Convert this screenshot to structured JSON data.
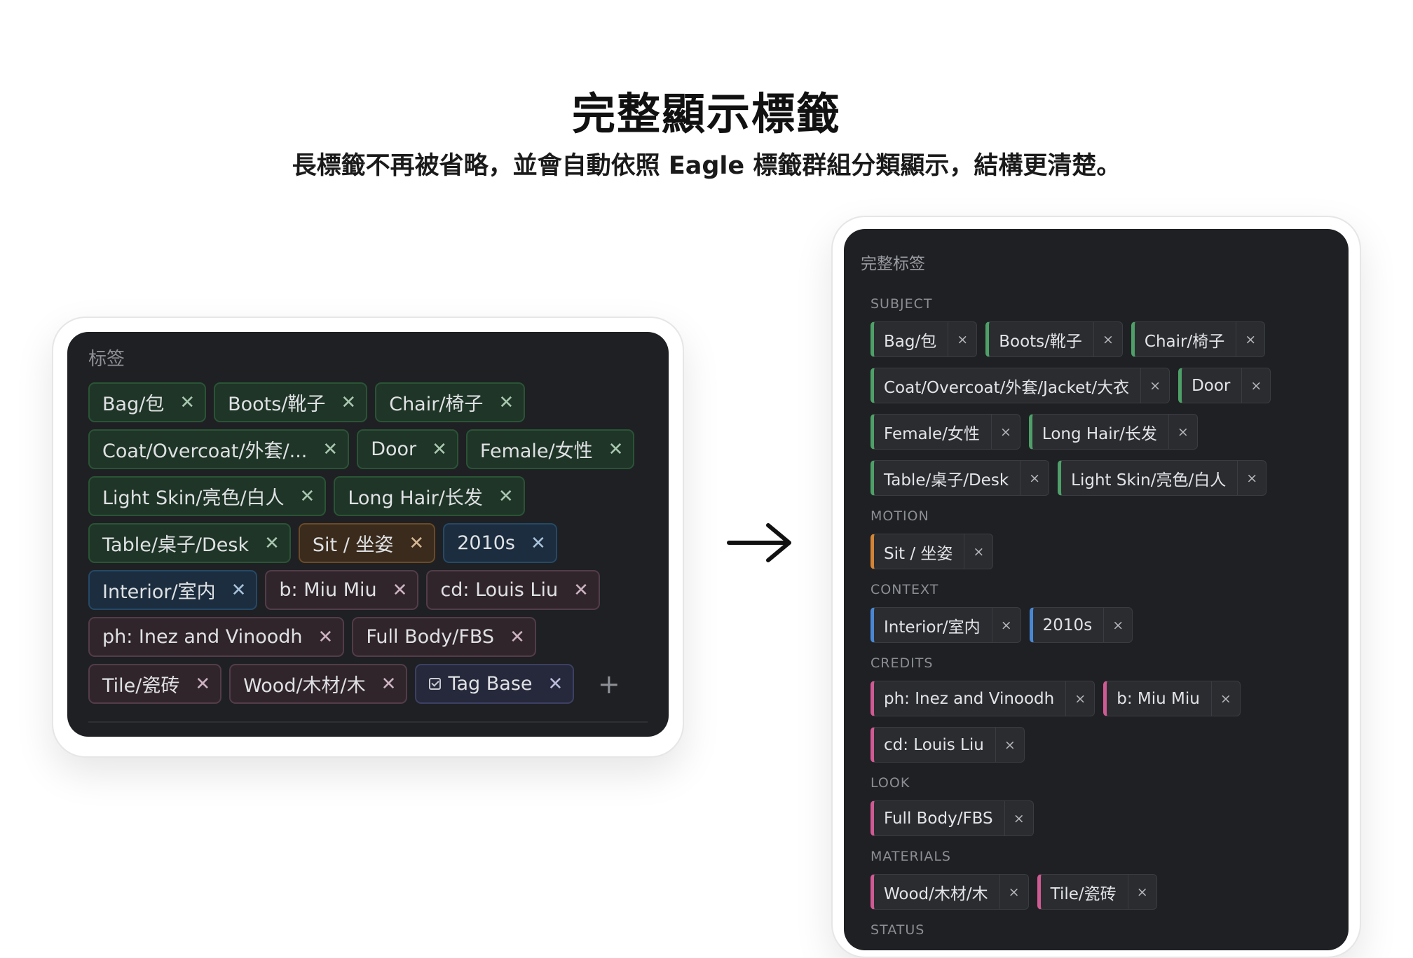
{
  "heading": {
    "title": "完整顯示標籤",
    "subtitle": "長標籤不再被省略，並會自動依照 Eagle 標籤群組分類顯示，結構更清楚。"
  },
  "left_panel": {
    "title": "标签",
    "tags": [
      {
        "label": "Bag/包",
        "color": "green"
      },
      {
        "label": "Boots/靴子",
        "color": "green"
      },
      {
        "label": "Chair/椅子",
        "color": "green"
      },
      {
        "label": "Coat/Overcoat/外套/...",
        "color": "green"
      },
      {
        "label": "Door",
        "color": "green"
      },
      {
        "label": "Female/女性",
        "color": "green"
      },
      {
        "label": "Light Skin/亮色/白人",
        "color": "green"
      },
      {
        "label": "Long Hair/长发",
        "color": "green"
      },
      {
        "label": "Table/桌子/Desk",
        "color": "green"
      },
      {
        "label": "Sit / 坐姿",
        "color": "orange"
      },
      {
        "label": "2010s",
        "color": "blue"
      },
      {
        "label": "Interior/室内",
        "color": "blue"
      },
      {
        "label": "b: Miu Miu",
        "color": "pink"
      },
      {
        "label": "cd: Louis Liu",
        "color": "pink"
      },
      {
        "label": "ph: Inez and Vinoodh",
        "color": "pink"
      },
      {
        "label": "Full Body/FBS",
        "color": "pink"
      },
      {
        "label": "Tile/瓷砖",
        "color": "pink"
      },
      {
        "label": "Wood/木材/木",
        "color": "pink"
      },
      {
        "label": "Tag Base",
        "color": "indigo",
        "icon": "checkbox-icon"
      }
    ],
    "remove_glyph": "✕",
    "add_glyph": "+"
  },
  "arrow_icon": "right-arrow-icon",
  "right_panel": {
    "title": "完整标签",
    "remove_glyph": "×",
    "groups": [
      {
        "name": "SUBJECT",
        "color": "green",
        "tags": [
          "Bag/包",
          "Boots/靴子",
          "Chair/椅子",
          "Coat/Overcoat/外套/Jacket/大衣",
          "Door",
          "Female/女性",
          "Long Hair/长发",
          "Table/桌子/Desk",
          "Light Skin/亮色/白人"
        ]
      },
      {
        "name": "MOTION",
        "color": "orange",
        "tags": [
          "Sit / 坐姿"
        ]
      },
      {
        "name": "CONTEXT",
        "color": "blue",
        "tags": [
          "Interior/室内",
          "2010s"
        ]
      },
      {
        "name": "CREDITS",
        "color": "pink",
        "tags": [
          "ph: Inez and Vinoodh",
          "b: Miu Miu",
          "cd: Louis Liu"
        ]
      },
      {
        "name": "LOOK",
        "color": "pink",
        "tags": [
          "Full Body/FBS"
        ]
      },
      {
        "name": "MATERIALS",
        "color": "pink",
        "tags": [
          "Wood/木材/木",
          "Tile/瓷砖"
        ]
      },
      {
        "name": "STATUS",
        "color": "pink",
        "tags": []
      }
    ]
  },
  "colors": {
    "panel_bg": "#1f2023",
    "green": "#4fa068",
    "orange": "#d28437",
    "blue": "#4a87d3",
    "pink": "#d05a93",
    "indigo": "#3c4063"
  }
}
